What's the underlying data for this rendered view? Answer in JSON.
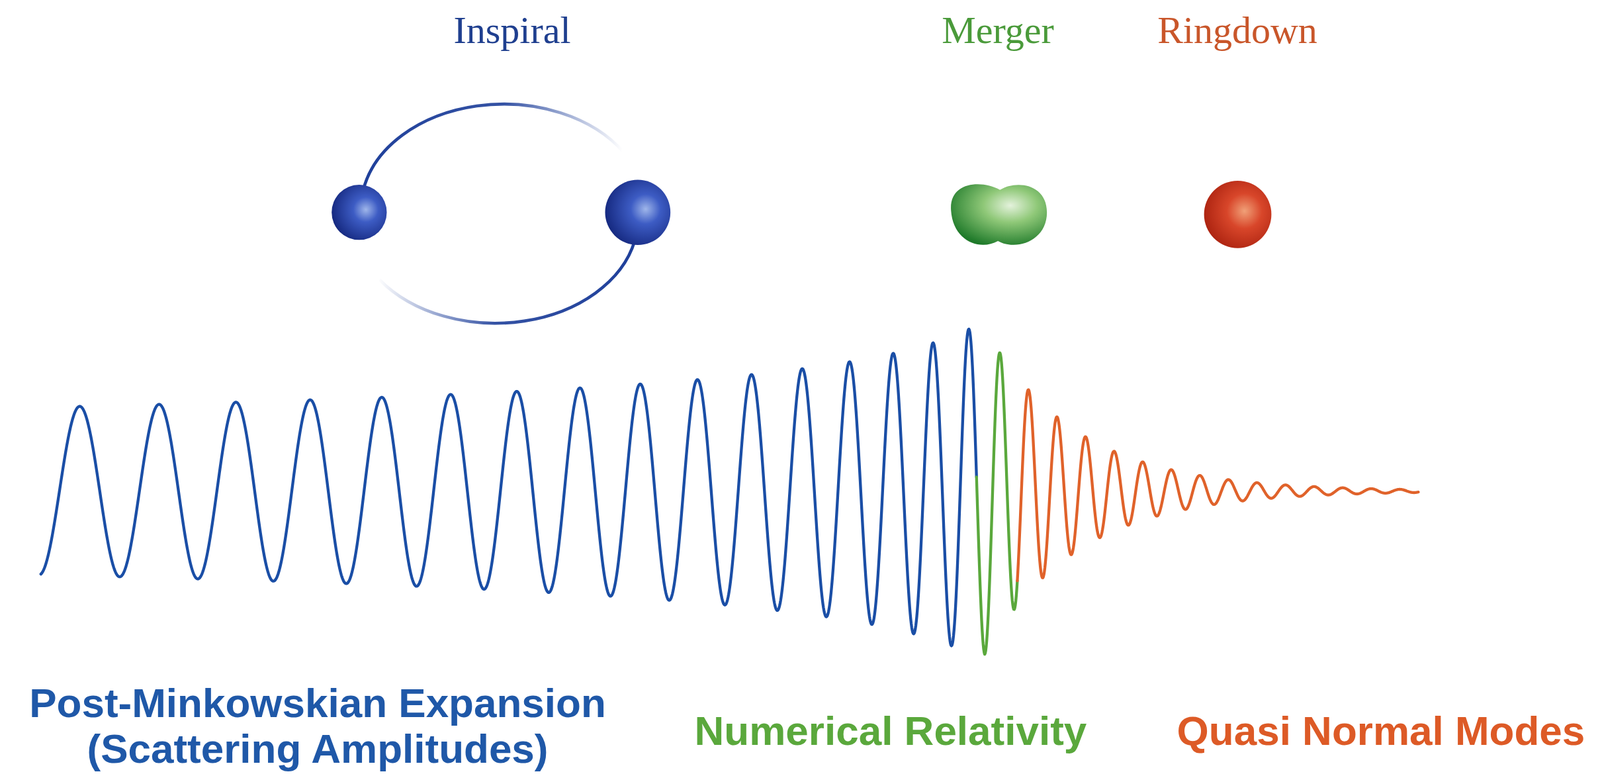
{
  "diagram": {
    "labels": [
      "Inspiral",
      "Merger",
      "Ringdown",
      "Post-Minkowskian Expansion (Scattering Amplitudes)",
      "Numerical Relativity",
      "Quasi Normal Modes"
    ]
  }
}
